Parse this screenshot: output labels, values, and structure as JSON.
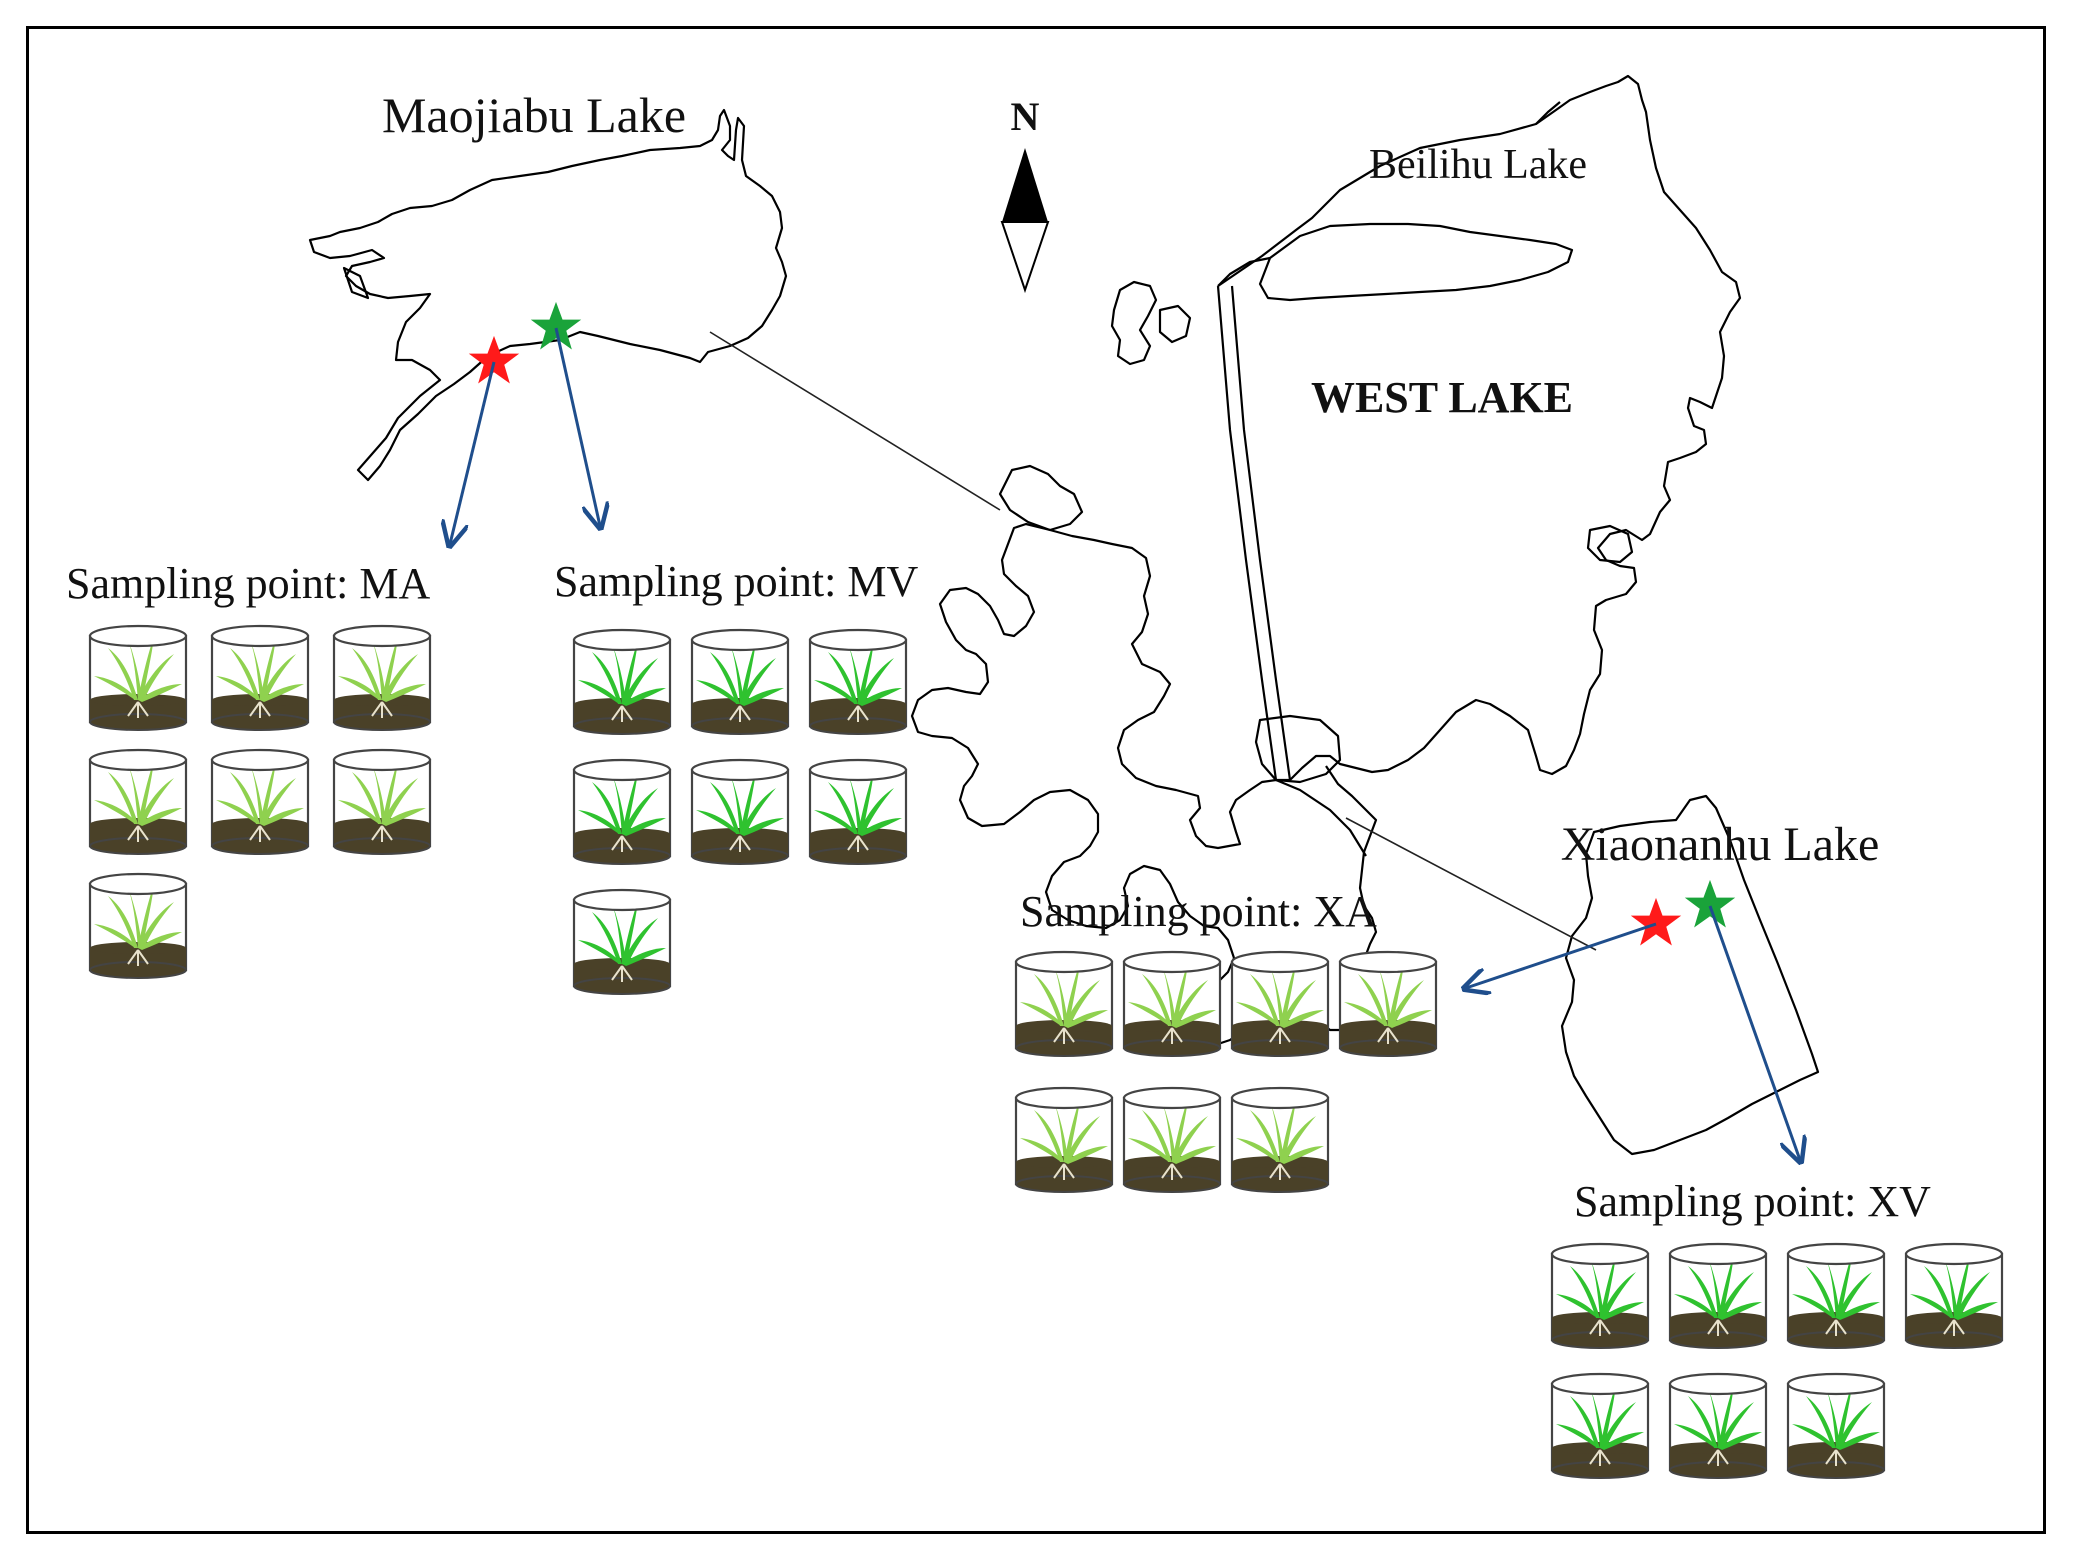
{
  "lakes": {
    "maojiabu": "Maojiabu Lake",
    "beilihu": "Beilihu Lake",
    "west": "WEST LAKE",
    "xiaonanhu": "Xiaonanhu Lake"
  },
  "north": "N",
  "sites": [
    {
      "id": "MA",
      "label": "Sampling point: MA",
      "star_color": "#ff1a1a",
      "plant_color": "#8fd14f",
      "pot_count": 7
    },
    {
      "id": "MV",
      "label": "Sampling point: MV",
      "star_color": "#1aa33a",
      "plant_color": "#2fc22f",
      "pot_count": 7
    },
    {
      "id": "XA",
      "label": "Sampling point: XA",
      "star_color": "#ff1a1a",
      "plant_color": "#8fd14f",
      "pot_count": 7
    },
    {
      "id": "XV",
      "label": "Sampling point: XV",
      "star_color": "#1aa33a",
      "plant_color": "#2fc22f",
      "pot_count": 7
    }
  ],
  "colors": {
    "arrow": "#1f4e8c",
    "soil": "#4a4128",
    "outline": "#000000"
  }
}
